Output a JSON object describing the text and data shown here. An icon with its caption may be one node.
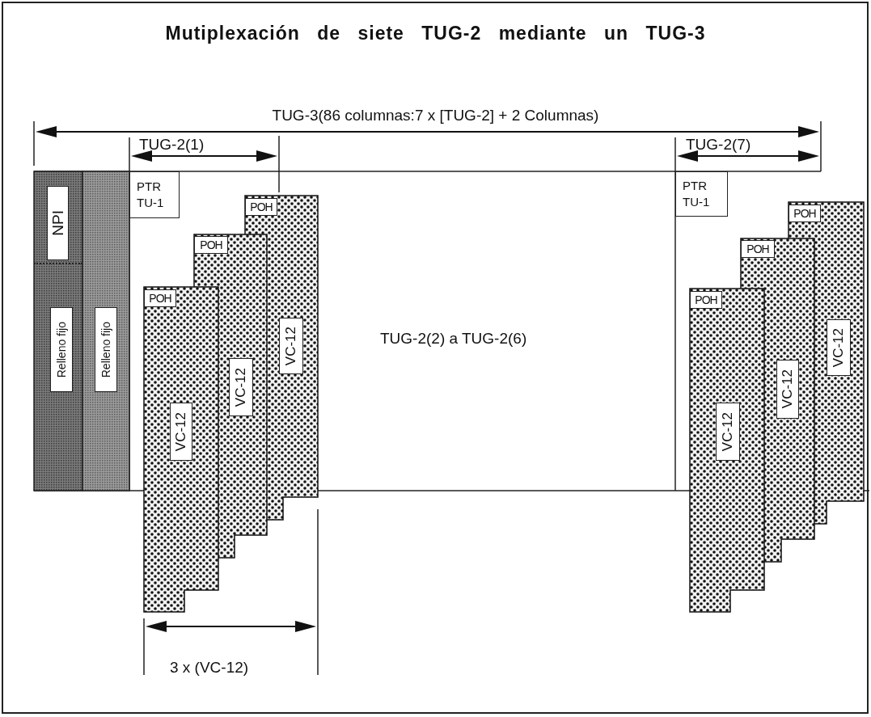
{
  "diagram": {
    "title": "Mutiplexación de siete TUG-2 mediante un TUG-3",
    "nodes": [
      {
        "text": [],
        "shape": "bar"
      },
      {
        "text": [
          "NPI"
        ],
        "in": 0
      },
      {
        "text": [
          "Relleno fijo"
        ],
        "in": 0
      },
      {
        "text": [],
        "shape": "bar"
      },
      {
        "text": [
          "Relleno fijo"
        ],
        "in": 3
      },
      {
        "text": [
          "PTR TU-1"
        ]
      },
      {
        "text": [],
        "shape": "bar"
      },
      {
        "text": [
          "POH"
        ],
        "in": 6
      },
      {
        "text": [
          "VC-12"
        ],
        "in": 6
      },
      {
        "text": [],
        "shape": "bar"
      },
      {
        "text": [
          "POH"
        ],
        "in": 9
      },
      {
        "text": [
          "VC-12"
        ],
        "in": 9
      },
      {
        "text": [],
        "shape": "bar"
      },
      {
        "text": [
          "POH"
        ],
        "in": 12
      },
      {
        "text": [
          "VC-12"
        ],
        "in": 12
      },
      {
        "text": [
          "PTR TU-1"
        ]
      },
      {
        "text": [],
        "shape": "bar"
      },
      {
        "text": [
          "POH"
        ],
        "in": 16
      },
      {
        "text": [
          "VC-12"
        ],
        "in": 16
      },
      {
        "text": [],
        "shape": "bar"
      },
      {
        "text": [
          "POH"
        ],
        "in": 19
      },
      {
        "text": [
          "VC-12"
        ],
        "in": 19
      },
      {
        "text": [],
        "shape": "bar"
      },
      {
        "text": [
          "POH"
        ],
        "in": 22
      },
      {
        "text": [
          "VC-12"
        ],
        "in": 22
      }
    ],
    "labels": [
      "TUG-3(86 columnas:7 x [TUG-2] + 2 Columnas)",
      "TUG-2(1)",
      "TUG-2(7)",
      "TUG-2(2) a TUG-2(6)",
      "3 x (VC-12)"
    ]
  }
}
